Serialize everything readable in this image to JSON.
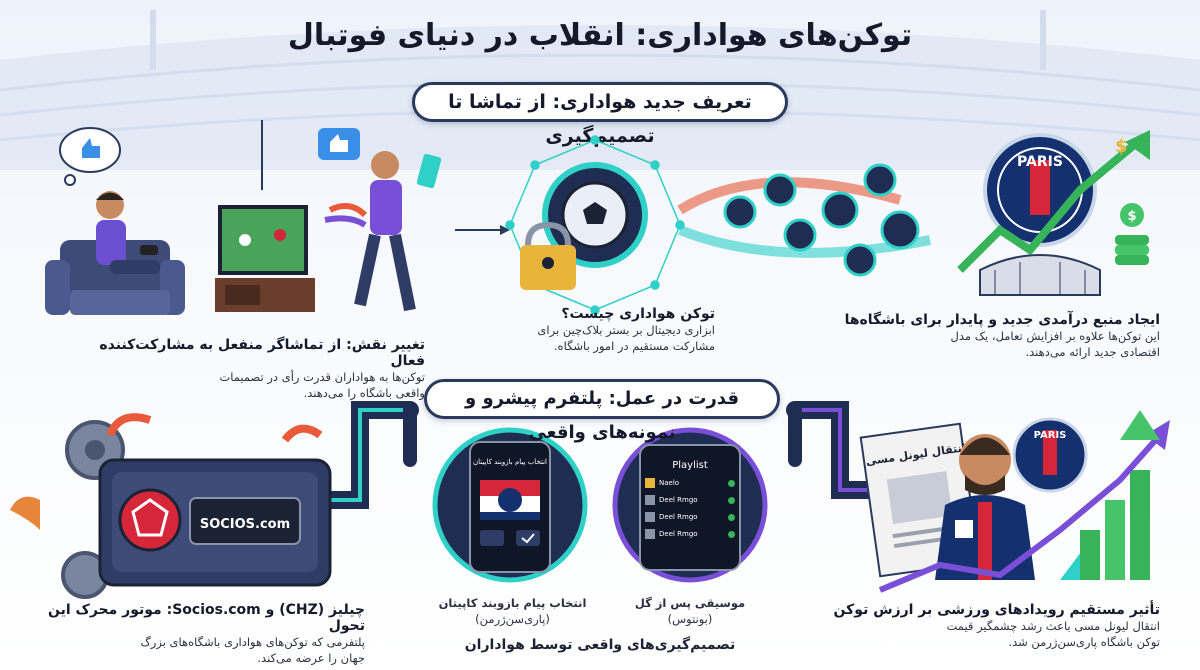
{
  "title": "توکن‌های هواداری: انقلاب در دنیای فوتبال",
  "section1": {
    "heading": "تعریف جدید هواداری: از تماشا تا تصمیم‌گیری",
    "fan_role": {
      "title": "تغییر نقش: از تماشاگر منفعل به مشارکت‌کننده فعال",
      "body": [
        "توکن‌ها به هواداران قدرت رأی در تصمیمات",
        "واقعی باشگاه را می‌دهند."
      ]
    },
    "what_is": {
      "title": "توکن هواداری چیست؟",
      "body": [
        "ابزاری دیجیتال بر بستر بلاک‌چین برای",
        "مشارکت مستقیم در امور باشگاه."
      ]
    },
    "revenue": {
      "title": "ایجاد منبع درآمدی جدید و پایدار برای باشگاه‌ها",
      "body": [
        "این توکن‌ها علاوه بر افزایش تعامل، یک مدل",
        "اقتصادی جدید ارائه می‌دهند."
      ]
    },
    "club_badge_text": "PARIS"
  },
  "section2": {
    "heading": "قدرت در عمل: پلتفرم پیشرو و نمونه‌های واقعی",
    "engine": {
      "brand_text": "SOCIOS.com",
      "title": "چیلیز (CHZ) و Socios.com: موتور محرک این تحول",
      "body": [
        "پلتفرمی که توکن‌های هواداری باشگاه‌های بزرگ",
        "جهان را عرضه می‌کند."
      ]
    },
    "armband_phone": {
      "screen_title": "انتخاب پیام بازوبند کاپیتان",
      "caption": [
        "انتخاب پیام بازوبند کاپیتان",
        "(پاری‌سن‌ژرمن)"
      ]
    },
    "music_phone": {
      "screen_title": "Playlist",
      "tracks": [
        "Naelo",
        "Deel Rmgo",
        "Deel Rmgo",
        "Deel Rmgo"
      ],
      "caption": [
        "موسیقی پس از گل",
        "(بونتوس)"
      ]
    },
    "decisions_caption": "تصمیم‌گیری‌های واقعی توسط هواداران",
    "newspaper_headline": "انتقال لیونل مسی",
    "impact": {
      "title": "تأثیر مستقیم رویدادهای ورزشی بر ارزش توکن",
      "body": [
        "انتقال لیونل مسی باعث رشد چشمگیر قیمت",
        "توکن باشگاه پاری‌سن‌ژرمن شد."
      ]
    },
    "club_badge_text": "PARIS"
  },
  "colors": {
    "navy": "#1f2d52",
    "teal": "#2fd0c8",
    "purple": "#7a4fd8",
    "psg_red": "#d6263a",
    "psg_blue": "#14306e",
    "gold": "#e8b53a",
    "green": "#37b45a"
  }
}
